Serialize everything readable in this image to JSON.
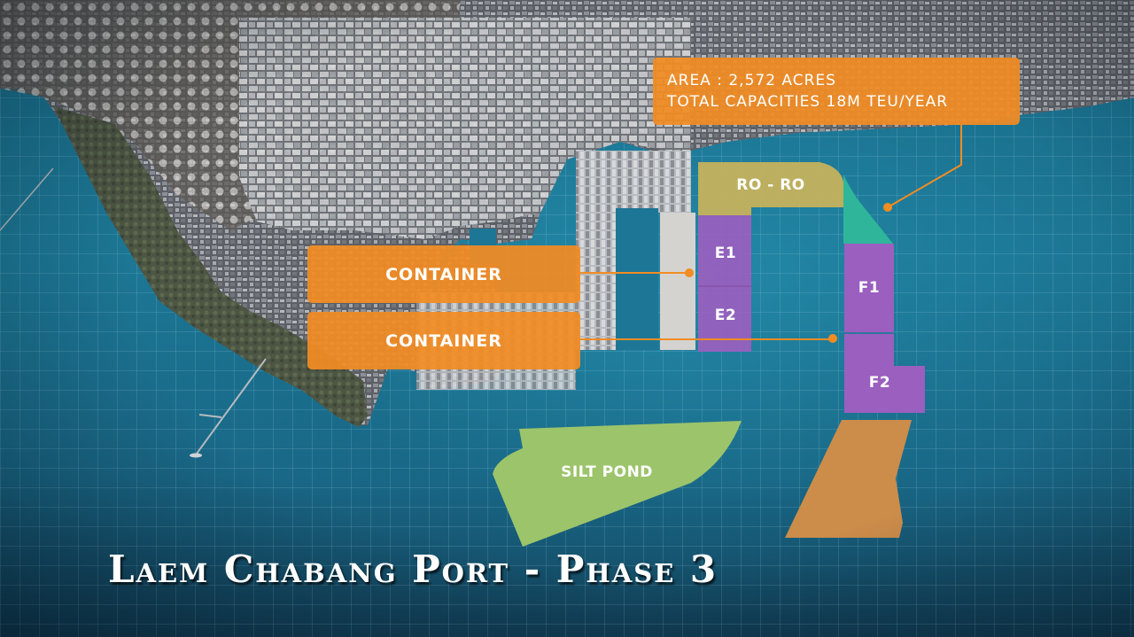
{
  "title": "Laem Chabang Port - Phase 3",
  "info_box": {
    "area_label": "AREA : 2,572 ACRES",
    "capacity_label": "TOTAL CAPACITIES 18M TEU/YEAR"
  },
  "callouts": [
    {
      "label": "CONTAINER"
    },
    {
      "label": "CONTAINER"
    }
  ],
  "zones": {
    "roro": {
      "label": "RO - RO",
      "color": "#c8b35a"
    },
    "e1": {
      "label": "E1",
      "color": "#9b5fbf"
    },
    "e2": {
      "label": "E2",
      "color": "#9b5fbf"
    },
    "f1": {
      "label": "F1",
      "color": "#9b5fbf"
    },
    "f2": {
      "label": "F2",
      "color": "#9b5fbf"
    },
    "teal_wedge": {
      "label": "",
      "color": "#2fb69a"
    },
    "silt_pond": {
      "label": "SILT POND",
      "color": "#9cc46a"
    },
    "orange_reclaim": {
      "label": "",
      "color": "#cc8c4a"
    }
  },
  "colors": {
    "callout_orange": "#f28c23",
    "sea": "#1d7a98",
    "leader_line": "#f28c23"
  }
}
